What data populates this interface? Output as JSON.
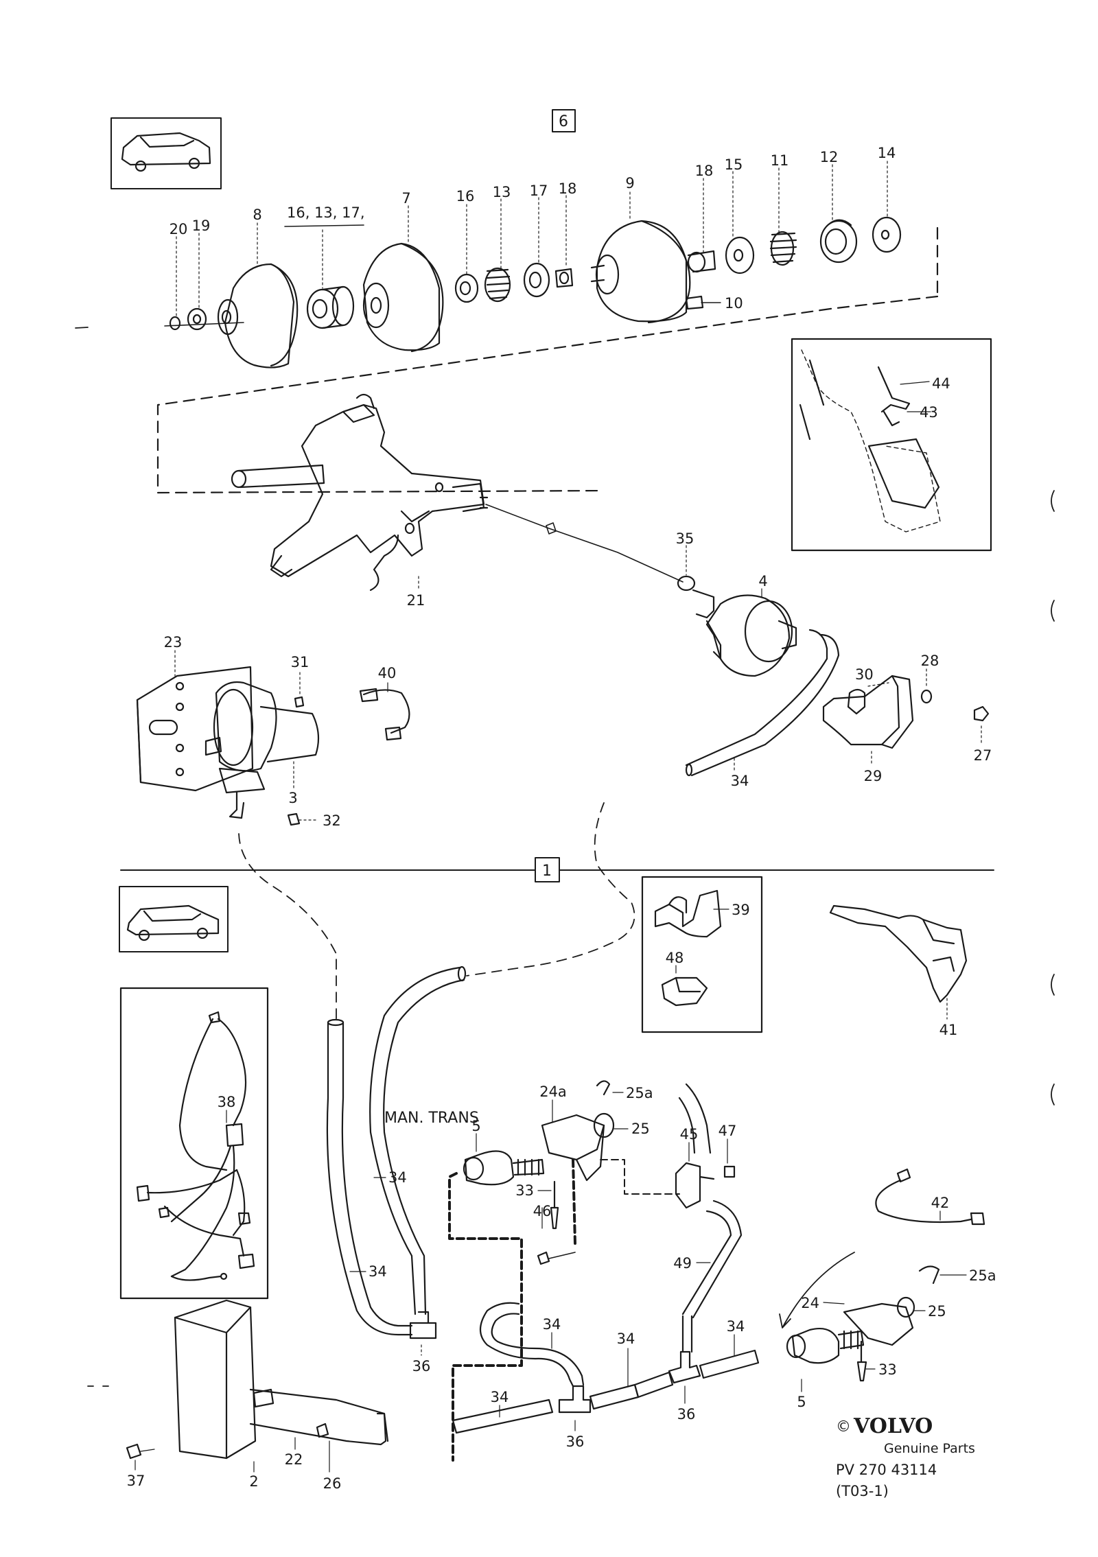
{
  "section_boxes": [
    "6",
    "1"
  ],
  "man_trans_label": "MAN. TRANS",
  "brand": {
    "copyright": "©",
    "name": "VOLVO",
    "genuine": "Genuine Parts",
    "pv": "PV 270 43114",
    "code": "(T03-1)"
  },
  "labels": {
    "p20": "20",
    "p19": "19",
    "p8": "8",
    "p16_13_17": "16, 13, 17,",
    "p7": "7",
    "p16": "16",
    "p13": "13",
    "p17": "17",
    "p18a": "18",
    "p9": "9",
    "p18b": "18",
    "p15": "15",
    "p11": "11",
    "p12": "12",
    "p14": "14",
    "p10": "10",
    "p44": "44",
    "p43": "43",
    "p21": "21",
    "p35": "35",
    "p4": "4",
    "p23": "23",
    "p31": "31",
    "p40": "40",
    "p30": "30",
    "p28": "28",
    "p3": "3",
    "p32": "32",
    "p34a": "34",
    "p29": "29",
    "p27": "27",
    "p39": "39",
    "p48": "48",
    "p41": "41",
    "p38": "38",
    "p25a_1": "25a",
    "p24a": "24a",
    "p5a": "5",
    "p25_1": "25",
    "p47": "47",
    "p45": "45",
    "p33a": "33",
    "p34b": "34",
    "p46": "46",
    "p49": "49",
    "p42": "42",
    "p25a_2": "25a",
    "p24": "24",
    "p25_2": "25",
    "p34c": "34",
    "p34d": "34",
    "p34e": "34",
    "p34f": "34",
    "p36a": "36",
    "p36b": "36",
    "p36c": "36",
    "p5b": "5",
    "p33b": "33",
    "p34g": "34",
    "p22": "22",
    "p37": "37",
    "p2": "2",
    "p26": "26"
  }
}
